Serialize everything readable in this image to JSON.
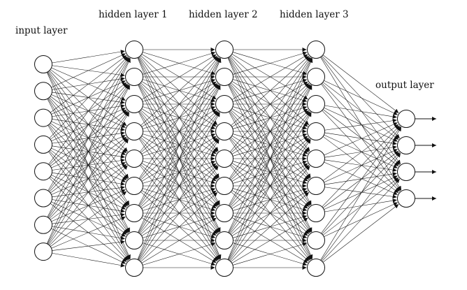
{
  "layers": [
    {
      "label": "input layer",
      "neurons": 8
    },
    {
      "label": "hidden layer 1",
      "neurons": 9
    },
    {
      "label": "hidden layer 2",
      "neurons": 9
    },
    {
      "label": "hidden layer 3",
      "neurons": 9
    },
    {
      "label": "output layer",
      "neurons": 4
    }
  ],
  "output_arrows": 4,
  "colors": {
    "stroke": "#111111",
    "neuron_fill": "#ffffff",
    "background": "#ffffff"
  }
}
